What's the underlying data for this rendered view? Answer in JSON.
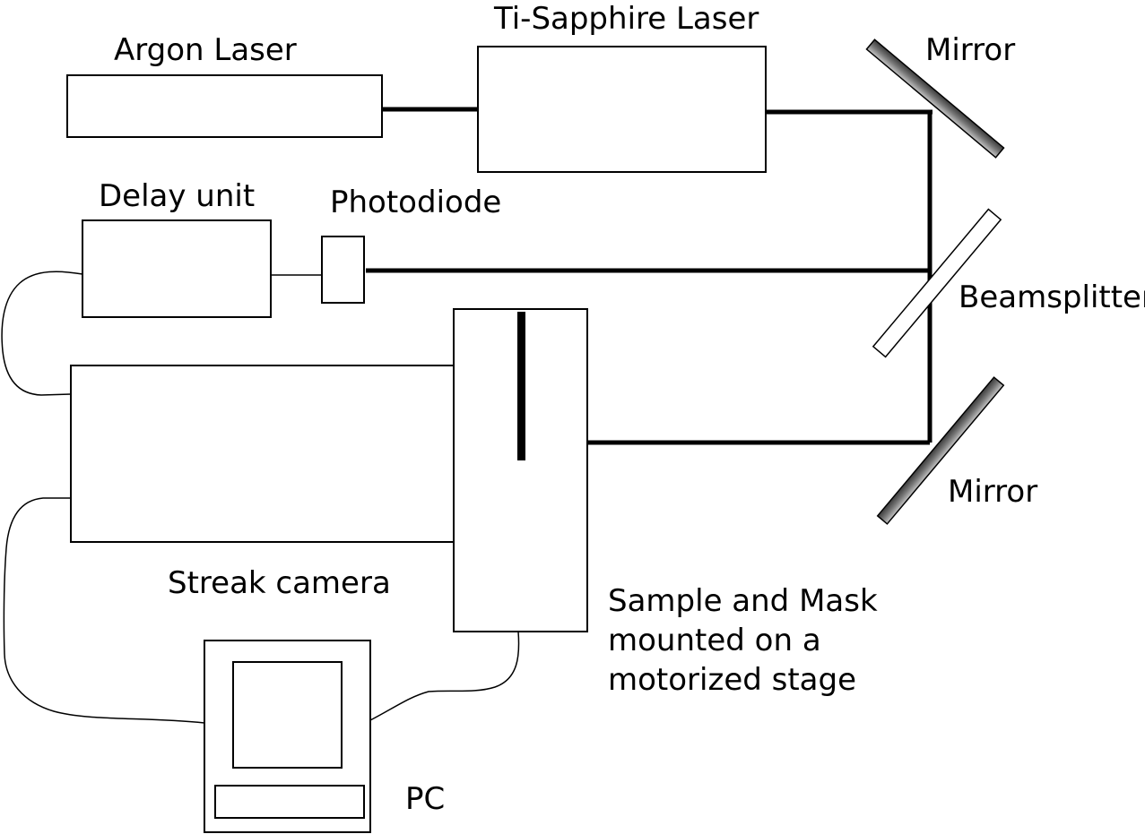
{
  "labels": {
    "argon_laser": "Argon Laser",
    "ti_sapphire_laser": "Ti-Sapphire Laser",
    "mirror_top": "Mirror",
    "delay_unit": "Delay unit",
    "photodiode": "Photodiode",
    "beamsplitter": "Beamsplitter",
    "mirror_bottom": "Mirror",
    "streak_camera": "Streak camera",
    "sample_line1": "Sample and Mask",
    "sample_line2": "mounted on a",
    "sample_line3": "motorized stage",
    "pc": "PC"
  },
  "colors": {
    "stroke": "#000000",
    "background": "#ffffff",
    "mirror_dark": "#444444",
    "mirror_light": "#bbbbbb"
  }
}
